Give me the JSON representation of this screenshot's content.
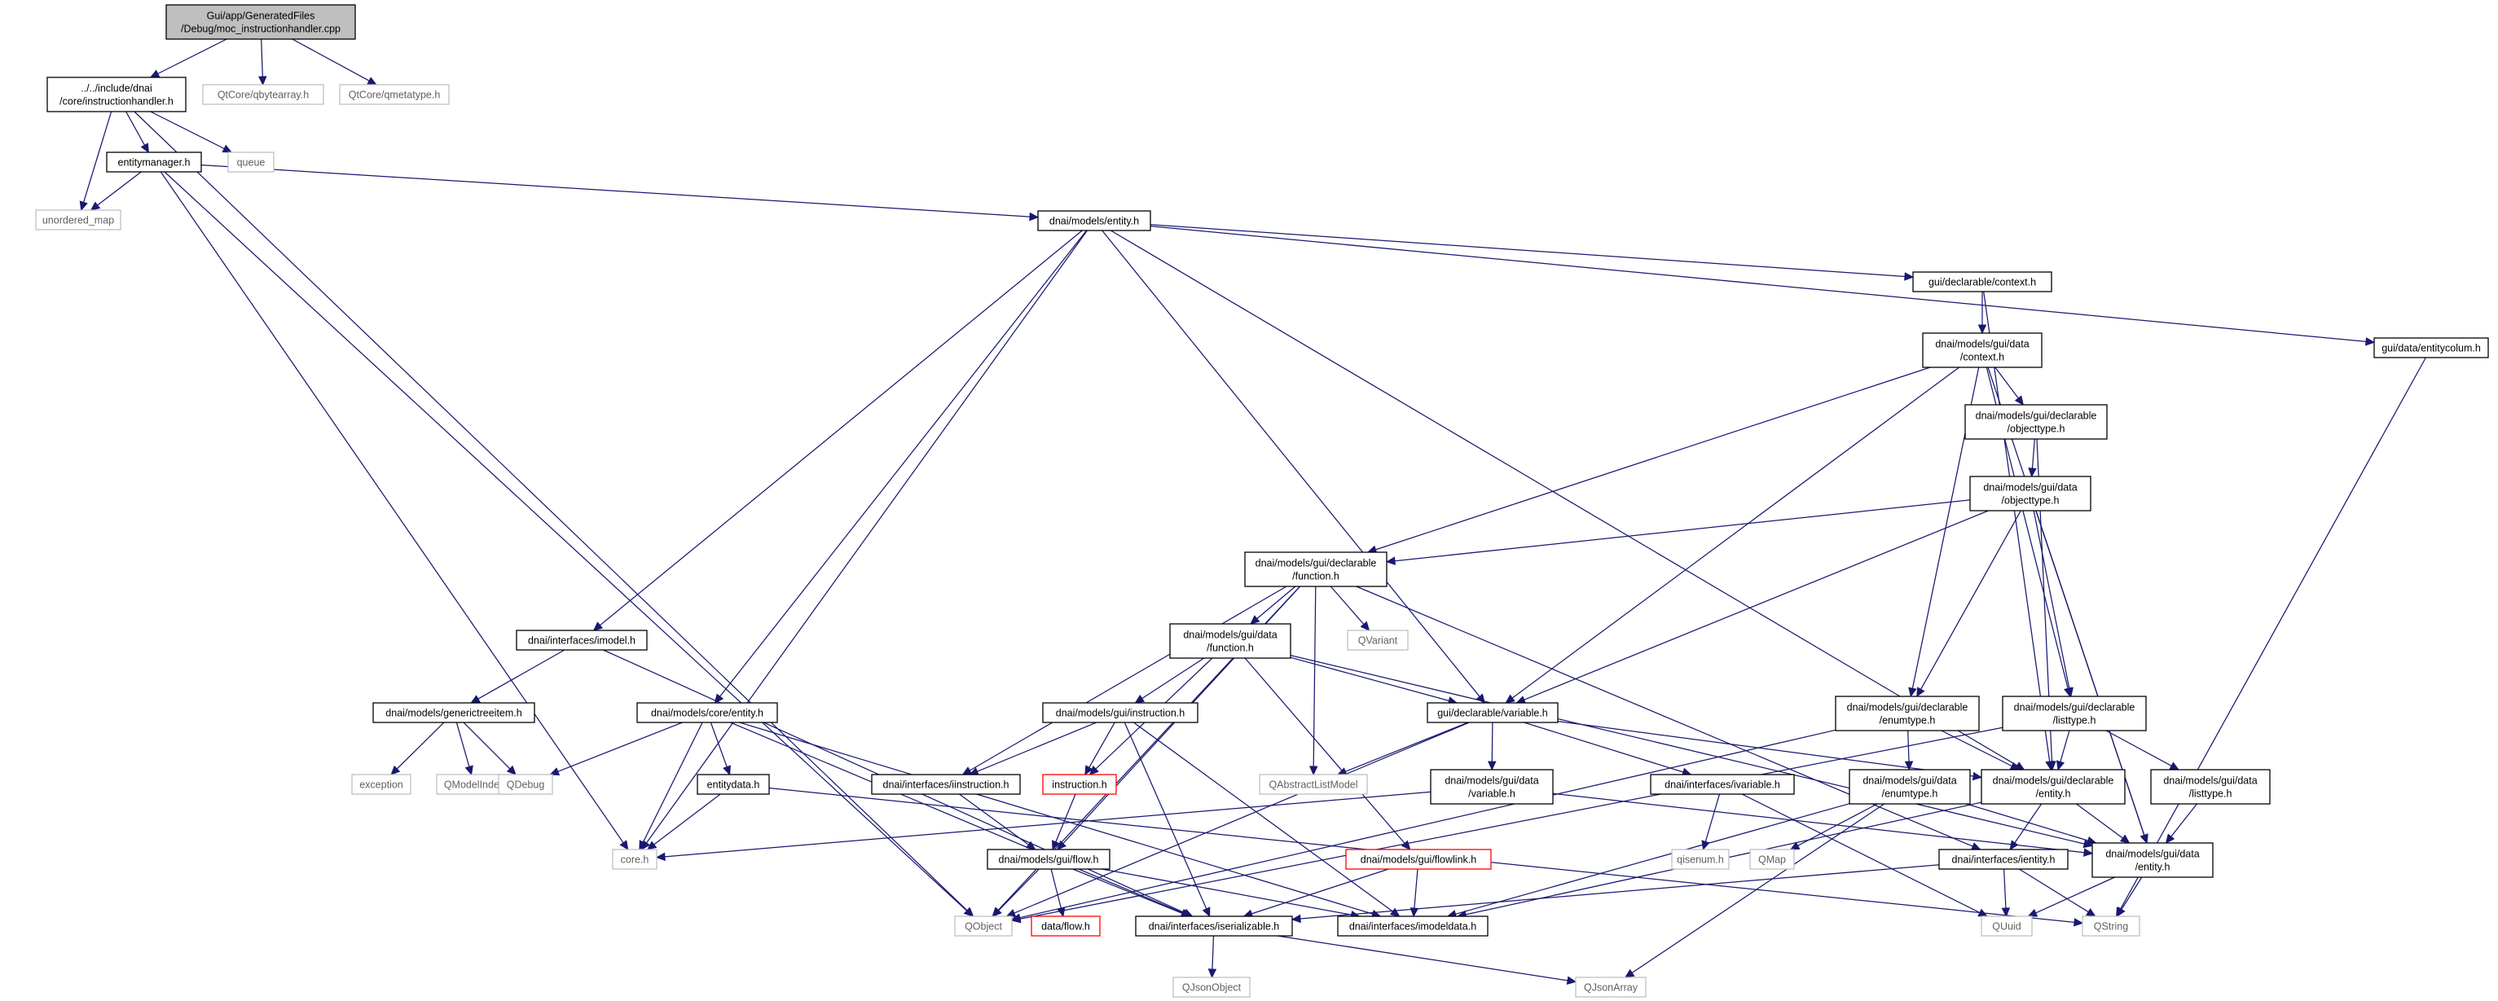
{
  "diagram": {
    "type": "include-dependency-graph",
    "colors": {
      "root_fill": "#bfbfbf",
      "node_border": "#000000",
      "external_border": "#bfbfbf",
      "external_text": "#606060",
      "truncated_border": "#ff0000",
      "edge": "#191970",
      "text": "#000000"
    },
    "nodes": [
      {
        "id": "root",
        "lines": [
          "Gui/app/GeneratedFiles",
          "/Debug/moc_instructionhandler.cpp"
        ],
        "style": "root"
      },
      {
        "id": "instructionhandler",
        "lines": [
          "../../include/dnai",
          "/core/instructionhandler.h"
        ],
        "style": "normal"
      },
      {
        "id": "qbytearray",
        "lines": [
          "QtCore/qbytearray.h"
        ],
        "style": "external"
      },
      {
        "id": "qmetatype",
        "lines": [
          "QtCore/qmetatype.h"
        ],
        "style": "external"
      },
      {
        "id": "entitymanager",
        "lines": [
          "entitymanager.h"
        ],
        "style": "normal"
      },
      {
        "id": "queue",
        "lines": [
          "queue"
        ],
        "style": "external"
      },
      {
        "id": "unordered_map",
        "lines": [
          "unordered_map"
        ],
        "style": "external"
      },
      {
        "id": "entity",
        "lines": [
          "dnai/models/entity.h"
        ],
        "style": "normal"
      },
      {
        "id": "decl_context",
        "lines": [
          "gui/declarable/context.h"
        ],
        "style": "normal"
      },
      {
        "id": "entitycolum",
        "lines": [
          "gui/data/entitycolum.h"
        ],
        "style": "normal"
      },
      {
        "id": "data_context",
        "lines": [
          "dnai/models/gui/data",
          "/context.h"
        ],
        "style": "normal"
      },
      {
        "id": "decl_objecttype",
        "lines": [
          "dnai/models/gui/declarable",
          "/objecttype.h"
        ],
        "style": "normal"
      },
      {
        "id": "data_objecttype",
        "lines": [
          "dnai/models/gui/data",
          "/objecttype.h"
        ],
        "style": "normal"
      },
      {
        "id": "decl_function",
        "lines": [
          "dnai/models/gui/declarable",
          "/function.h"
        ],
        "style": "normal"
      },
      {
        "id": "qvariant",
        "lines": [
          "QVariant"
        ],
        "style": "external"
      },
      {
        "id": "imodel",
        "lines": [
          "dnai/interfaces/imodel.h"
        ],
        "style": "normal"
      },
      {
        "id": "data_function",
        "lines": [
          "dnai/models/gui/data",
          "/function.h"
        ],
        "style": "normal"
      },
      {
        "id": "generictreeitem",
        "lines": [
          "dnai/models/generictreeitem.h"
        ],
        "style": "normal"
      },
      {
        "id": "core_entity",
        "lines": [
          "dnai/models/core/entity.h"
        ],
        "style": "normal"
      },
      {
        "id": "gui_instruction",
        "lines": [
          "dnai/models/gui/instruction.h"
        ],
        "style": "normal"
      },
      {
        "id": "decl_variable",
        "lines": [
          "gui/declarable/variable.h"
        ],
        "style": "normal"
      },
      {
        "id": "decl_enumtype",
        "lines": [
          "dnai/models/gui/declarable",
          "/enumtype.h"
        ],
        "style": "normal"
      },
      {
        "id": "decl_listtype",
        "lines": [
          "dnai/models/gui/declarable",
          "/listtype.h"
        ],
        "style": "normal"
      },
      {
        "id": "exception",
        "lines": [
          "exception"
        ],
        "style": "external"
      },
      {
        "id": "qmodelindex",
        "lines": [
          "QModelIndex"
        ],
        "style": "external"
      },
      {
        "id": "qdebug",
        "lines": [
          "QDebug"
        ],
        "style": "external"
      },
      {
        "id": "entitydata",
        "lines": [
          "entitydata.h"
        ],
        "style": "normal"
      },
      {
        "id": "iinstruction",
        "lines": [
          "dnai/interfaces/iinstruction.h"
        ],
        "style": "normal"
      },
      {
        "id": "instruction_h",
        "lines": [
          "instruction.h"
        ],
        "style": "truncated"
      },
      {
        "id": "qabstractlistmodel",
        "lines": [
          "QAbstractListModel"
        ],
        "style": "external"
      },
      {
        "id": "data_variable",
        "lines": [
          "dnai/models/gui/data",
          "/variable.h"
        ],
        "style": "normal"
      },
      {
        "id": "ivariable",
        "lines": [
          "dnai/interfaces/ivariable.h"
        ],
        "style": "normal"
      },
      {
        "id": "data_enumtype",
        "lines": [
          "dnai/models/gui/data",
          "/enumtype.h"
        ],
        "style": "normal"
      },
      {
        "id": "decl_entity",
        "lines": [
          "dnai/models/gui/declarable",
          "/entity.h"
        ],
        "style": "normal"
      },
      {
        "id": "data_listtype",
        "lines": [
          "dnai/models/gui/data",
          "/listtype.h"
        ],
        "style": "normal"
      },
      {
        "id": "core_h",
        "lines": [
          "core.h"
        ],
        "style": "external"
      },
      {
        "id": "gui_flow",
        "lines": [
          "dnai/models/gui/flow.h"
        ],
        "style": "normal"
      },
      {
        "id": "flowlink",
        "lines": [
          "dnai/models/gui/flowlink.h"
        ],
        "style": "truncated"
      },
      {
        "id": "qisenum",
        "lines": [
          "qisenum.h"
        ],
        "style": "external"
      },
      {
        "id": "qmap",
        "lines": [
          "QMap"
        ],
        "style": "external"
      },
      {
        "id": "ientity",
        "lines": [
          "dnai/interfaces/ientity.h"
        ],
        "style": "normal"
      },
      {
        "id": "data_entity",
        "lines": [
          "dnai/models/gui/data",
          "/entity.h"
        ],
        "style": "normal"
      },
      {
        "id": "qobject",
        "lines": [
          "QObject"
        ],
        "style": "external"
      },
      {
        "id": "data_flow",
        "lines": [
          "data/flow.h"
        ],
        "style": "truncated"
      },
      {
        "id": "iserializable",
        "lines": [
          "dnai/interfaces/iserializable.h"
        ],
        "style": "normal"
      },
      {
        "id": "imodeldata",
        "lines": [
          "dnai/interfaces/imodeldata.h"
        ],
        "style": "normal"
      },
      {
        "id": "quuid",
        "lines": [
          "QUuid"
        ],
        "style": "external"
      },
      {
        "id": "qstring",
        "lines": [
          "QString"
        ],
        "style": "external"
      },
      {
        "id": "qjsonobject",
        "lines": [
          "QJsonObject"
        ],
        "style": "external"
      },
      {
        "id": "qjsonarray",
        "lines": [
          "QJsonArray"
        ],
        "style": "external"
      }
    ],
    "edges": [
      [
        "root",
        "instructionhandler"
      ],
      [
        "root",
        "qbytearray"
      ],
      [
        "root",
        "qmetatype"
      ],
      [
        "instructionhandler",
        "entitymanager"
      ],
      [
        "instructionhandler",
        "queue"
      ],
      [
        "instructionhandler",
        "unordered_map"
      ],
      [
        "instructionhandler",
        "qobject"
      ],
      [
        "entitymanager",
        "unordered_map"
      ],
      [
        "entitymanager",
        "entity"
      ],
      [
        "entitymanager",
        "core_h"
      ],
      [
        "entitymanager",
        "qobject"
      ],
      [
        "entity",
        "decl_context"
      ],
      [
        "entity",
        "entitycolum"
      ],
      [
        "entity",
        "imodel"
      ],
      [
        "entity",
        "core_entity"
      ],
      [
        "entity",
        "decl_variable"
      ],
      [
        "entity",
        "core_h"
      ],
      [
        "entity",
        "decl_entity"
      ],
      [
        "decl_context",
        "data_context"
      ],
      [
        "decl_context",
        "decl_entity"
      ],
      [
        "entitycolum",
        "qstring"
      ],
      [
        "data_context",
        "decl_objecttype"
      ],
      [
        "data_context",
        "decl_function"
      ],
      [
        "data_context",
        "decl_variable"
      ],
      [
        "data_context",
        "decl_enumtype"
      ],
      [
        "data_context",
        "decl_listtype"
      ],
      [
        "data_context",
        "data_entity"
      ],
      [
        "decl_objecttype",
        "data_objecttype"
      ],
      [
        "decl_objecttype",
        "decl_entity"
      ],
      [
        "data_objecttype",
        "decl_function"
      ],
      [
        "data_objecttype",
        "decl_variable"
      ],
      [
        "data_objecttype",
        "decl_enumtype"
      ],
      [
        "data_objecttype",
        "decl_listtype"
      ],
      [
        "data_objecttype",
        "data_entity"
      ],
      [
        "decl_function",
        "data_function"
      ],
      [
        "decl_function",
        "qvariant"
      ],
      [
        "decl_function",
        "qabstractlistmodel"
      ],
      [
        "decl_function",
        "iinstruction"
      ],
      [
        "decl_function",
        "gui_flow"
      ],
      [
        "decl_function",
        "ientity"
      ],
      [
        "decl_function",
        "qobject"
      ],
      [
        "data_function",
        "gui_instruction"
      ],
      [
        "data_function",
        "decl_variable"
      ],
      [
        "data_function",
        "instruction_h"
      ],
      [
        "data_function",
        "flowlink"
      ],
      [
        "data_function",
        "data_entity"
      ],
      [
        "imodel",
        "generictreeitem"
      ],
      [
        "imodel",
        "iserializable"
      ],
      [
        "generictreeitem",
        "exception"
      ],
      [
        "generictreeitem",
        "qmodelindex"
      ],
      [
        "generictreeitem",
        "qdebug"
      ],
      [
        "core_entity",
        "qdebug"
      ],
      [
        "core_entity",
        "entitydata"
      ],
      [
        "core_entity",
        "core_h"
      ],
      [
        "core_entity",
        "iserializable"
      ],
      [
        "core_entity",
        "imodeldata"
      ],
      [
        "gui_instruction",
        "iinstruction"
      ],
      [
        "gui_instruction",
        "instruction_h"
      ],
      [
        "gui_instruction",
        "iserializable"
      ],
      [
        "gui_instruction",
        "imodeldata"
      ],
      [
        "decl_variable",
        "qabstractlistmodel"
      ],
      [
        "decl_variable",
        "data_variable"
      ],
      [
        "decl_variable",
        "ivariable"
      ],
      [
        "decl_variable",
        "decl_entity"
      ],
      [
        "decl_variable",
        "qobject"
      ],
      [
        "decl_enumtype",
        "data_enumtype"
      ],
      [
        "decl_enumtype",
        "decl_entity"
      ],
      [
        "decl_enumtype",
        "qobject"
      ],
      [
        "decl_listtype",
        "data_listtype"
      ],
      [
        "decl_listtype",
        "decl_entity"
      ],
      [
        "decl_listtype",
        "qobject"
      ],
      [
        "entitydata",
        "core_h"
      ],
      [
        "entitydata",
        "qstring"
      ],
      [
        "iinstruction",
        "gui_flow"
      ],
      [
        "instruction_h",
        "gui_flow"
      ],
      [
        "data_variable",
        "core_h"
      ],
      [
        "data_variable",
        "data_entity"
      ],
      [
        "ivariable",
        "qisenum"
      ],
      [
        "ivariable",
        "quuid"
      ],
      [
        "data_enumtype",
        "qmap"
      ],
      [
        "data_enumtype",
        "data_entity"
      ],
      [
        "data_enumtype",
        "imodeldata"
      ],
      [
        "data_enumtype",
        "qjsonarray"
      ],
      [
        "decl_entity",
        "ientity"
      ],
      [
        "decl_entity",
        "data_entity"
      ],
      [
        "decl_entity",
        "imodeldata"
      ],
      [
        "data_listtype",
        "data_entity"
      ],
      [
        "gui_flow",
        "qobject"
      ],
      [
        "gui_flow",
        "data_flow"
      ],
      [
        "gui_flow",
        "iserializable"
      ],
      [
        "gui_flow",
        "imodeldata"
      ],
      [
        "flowlink",
        "iserializable"
      ],
      [
        "flowlink",
        "imodeldata"
      ],
      [
        "ientity",
        "iserializable"
      ],
      [
        "ientity",
        "quuid"
      ],
      [
        "ientity",
        "qstring"
      ],
      [
        "data_entity",
        "quuid"
      ],
      [
        "data_entity",
        "qstring"
      ],
      [
        "iserializable",
        "qjsonobject"
      ],
      [
        "iserializable",
        "qjsonarray"
      ]
    ]
  }
}
